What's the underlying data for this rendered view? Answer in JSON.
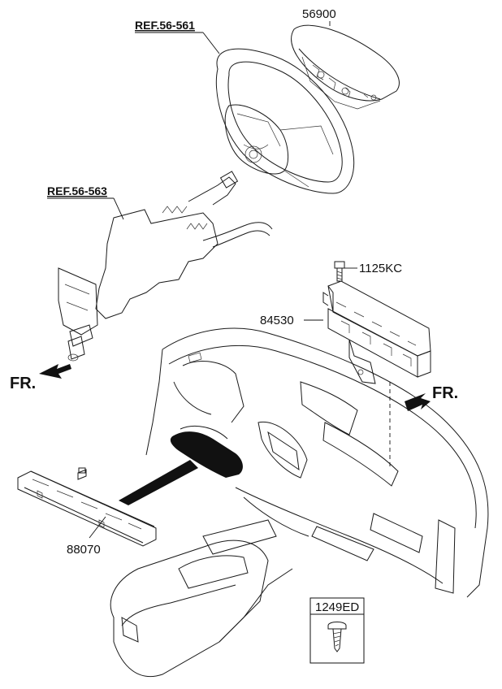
{
  "labels": {
    "ref_steering_wheel": "REF.56-561",
    "airbag_driver": "56900",
    "ref_steering_column": "REF.56-563",
    "bolt": "1125KC",
    "airbag_passenger": "84530",
    "front_left": "FR.",
    "front_right": "FR.",
    "knee_module": "88070",
    "screw_box": "1249ED"
  }
}
